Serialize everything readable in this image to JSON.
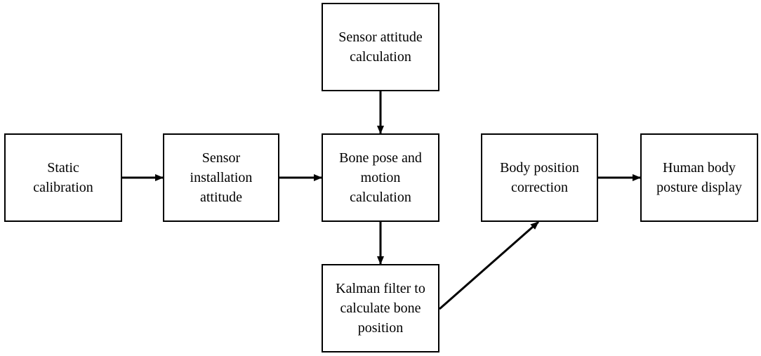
{
  "diagram": {
    "colors": {
      "stroke": "#000000",
      "background": "#ffffff",
      "text": "#000000"
    },
    "nodes": {
      "static_calibration": "Static\ncalibration",
      "sensor_installation_attitude": "Sensor\ninstallation\nattitude",
      "sensor_attitude_calculation": "Sensor attitude\ncalculation",
      "bone_pose_motion_calculation": "Bone pose and\nmotion\ncalculation",
      "kalman_filter_bone_position": "Kalman filter to\ncalculate bone\nposition",
      "body_position_correction": "Body position\ncorrection",
      "human_body_posture_display": "Human body\nposture display"
    },
    "edges": [
      {
        "from": "static_calibration",
        "to": "sensor_installation_attitude"
      },
      {
        "from": "sensor_installation_attitude",
        "to": "bone_pose_motion_calculation"
      },
      {
        "from": "sensor_attitude_calculation",
        "to": "bone_pose_motion_calculation"
      },
      {
        "from": "bone_pose_motion_calculation",
        "to": "kalman_filter_bone_position"
      },
      {
        "from": "kalman_filter_bone_position",
        "to": "body_position_correction"
      },
      {
        "from": "body_position_correction",
        "to": "human_body_posture_display"
      }
    ]
  }
}
